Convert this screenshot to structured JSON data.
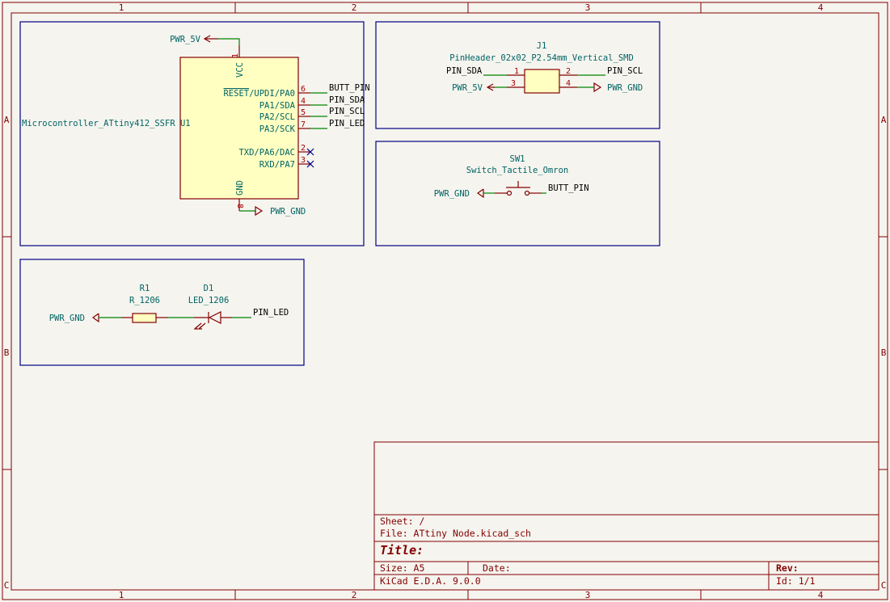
{
  "ruler": {
    "cols": [
      "1",
      "2",
      "3",
      "4"
    ],
    "rows": [
      "A",
      "B",
      "C"
    ]
  },
  "mcu": {
    "power_top": "PWR_5V",
    "power_bottom": "PWR_GND",
    "pin_vcc_num": "1",
    "pin_vcc_name": "VCC",
    "pin_gnd_num": "8",
    "pin_gnd_name": "GND",
    "label": "Microcontroller_ATtiny412_SSFR U1",
    "reset_overbar": "RESET",
    "pins": [
      {
        "name": "/UPDI/PA0",
        "num": "6",
        "net": "BUTT_PIN"
      },
      {
        "name": "PA1/SDA",
        "num": "4",
        "net": "PIN_SDA"
      },
      {
        "name": "PA2/SCL",
        "num": "5",
        "net": "PIN_SCL"
      },
      {
        "name": "PA3/SCK",
        "num": "7",
        "net": "PIN_LED"
      },
      {
        "name": "TXD/PA6/DAC",
        "num": "2",
        "net": ""
      },
      {
        "name": "RXD/PA7",
        "num": "3",
        "net": ""
      }
    ]
  },
  "header": {
    "ref": "J1",
    "value": "PinHeader_02x02_P2.54mm_Vertical_SMD",
    "net_left_top": "PIN_SDA",
    "net_right_top": "PIN_SCL",
    "net_left_bottom": "PWR_5V",
    "net_right_bottom": "PWR_GND",
    "pin1": "1",
    "pin2": "2",
    "pin3": "3",
    "pin4": "4"
  },
  "switch": {
    "ref": "SW1",
    "value": "Switch_Tactile_Omron",
    "net_left": "PWR_GND",
    "net_right": "BUTT_PIN"
  },
  "led_block": {
    "r_ref": "R1",
    "r_value": "R_1206",
    "d_ref": "D1",
    "d_value": "LED_1206",
    "net_left": "PWR_GND",
    "net_right": "PIN_LED"
  },
  "title_block": {
    "sheet": "Sheet: /",
    "file": "File: ATtiny Node.kicad_sch",
    "title": "Title:",
    "size": "Size: A5",
    "date": "Date:",
    "rev": "Rev:",
    "tool": "KiCad E.D.A. 9.0.0",
    "id": "Id: 1/1"
  }
}
